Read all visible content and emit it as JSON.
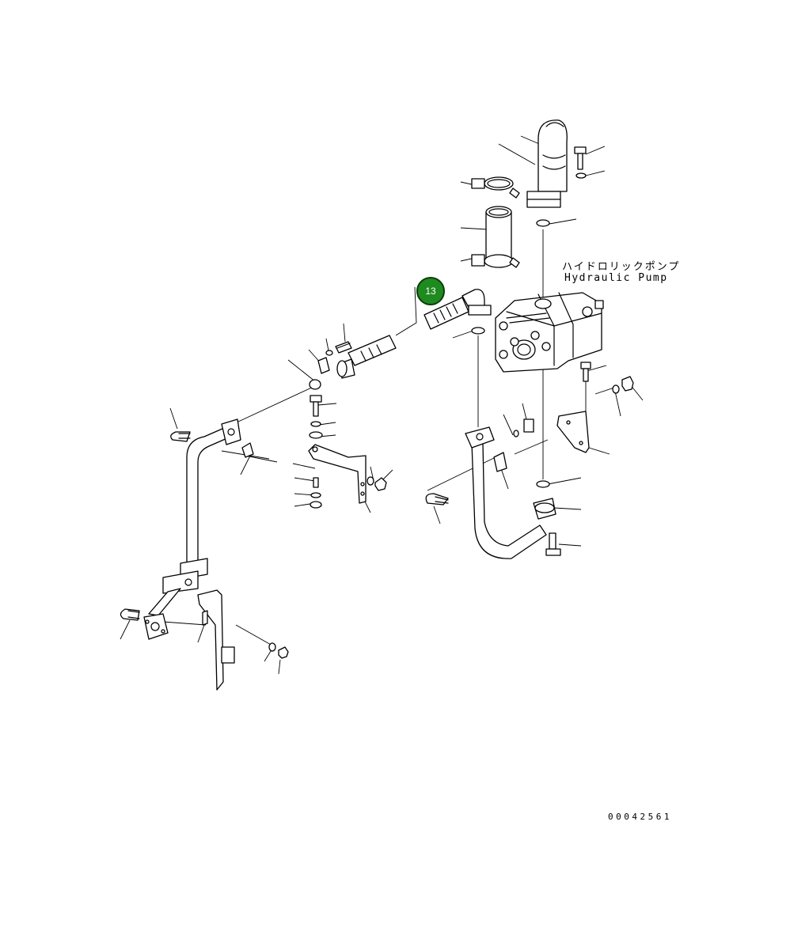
{
  "diagram": {
    "label_japanese": "ハイドロリックポンプ",
    "label_english": "Hydraulic Pump",
    "drawing_number": "00042561",
    "callout": {
      "number": "13",
      "color": "#1f8a1f"
    }
  }
}
